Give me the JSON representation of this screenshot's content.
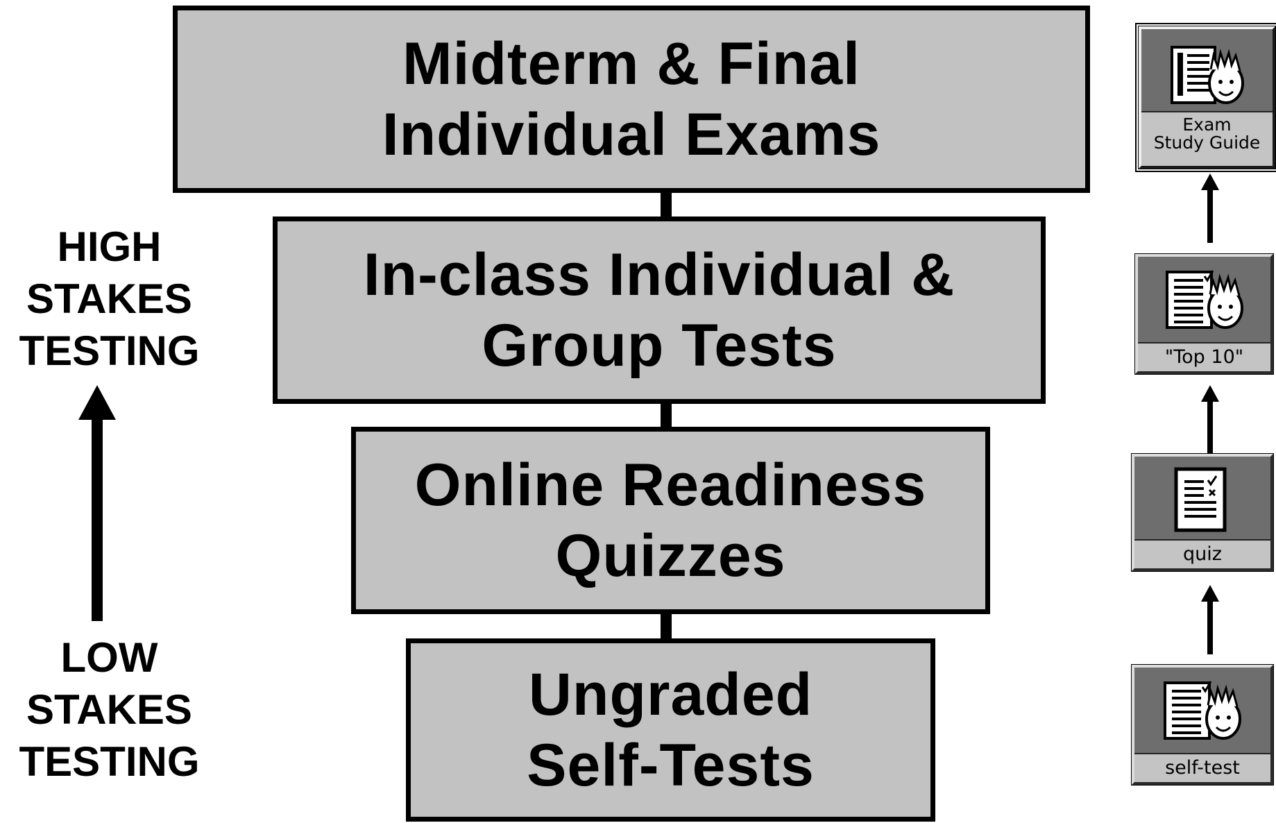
{
  "tiers": [
    {
      "lines": [
        "Midterm & Final",
        "Individual Exams"
      ]
    },
    {
      "lines": [
        "In-class Individual &",
        "Group Tests"
      ]
    },
    {
      "lines": [
        "Online Readiness",
        "Quizzes"
      ]
    },
    {
      "lines": [
        "Ungraded",
        "Self-Tests"
      ]
    }
  ],
  "scale": {
    "high": [
      "HIGH",
      "STAKES",
      "TESTING"
    ],
    "low": [
      "LOW",
      "STAKES",
      "TESTING"
    ]
  },
  "icons": [
    {
      "caption": [
        "Exam",
        "Study Guide"
      ],
      "icon": "study-guide-icon"
    },
    {
      "caption": [
        "\"Top 10\""
      ],
      "icon": "top-10-icon"
    },
    {
      "caption": [
        "quiz"
      ],
      "icon": "quiz-icon"
    },
    {
      "caption": [
        "self-test"
      ],
      "icon": "self-test-icon"
    }
  ],
  "colors": {
    "tier_fill": "#c2c2c2",
    "outline": "#000000",
    "icon_background": "#6e6e6e",
    "caption_bar": "#c4c4c4"
  }
}
